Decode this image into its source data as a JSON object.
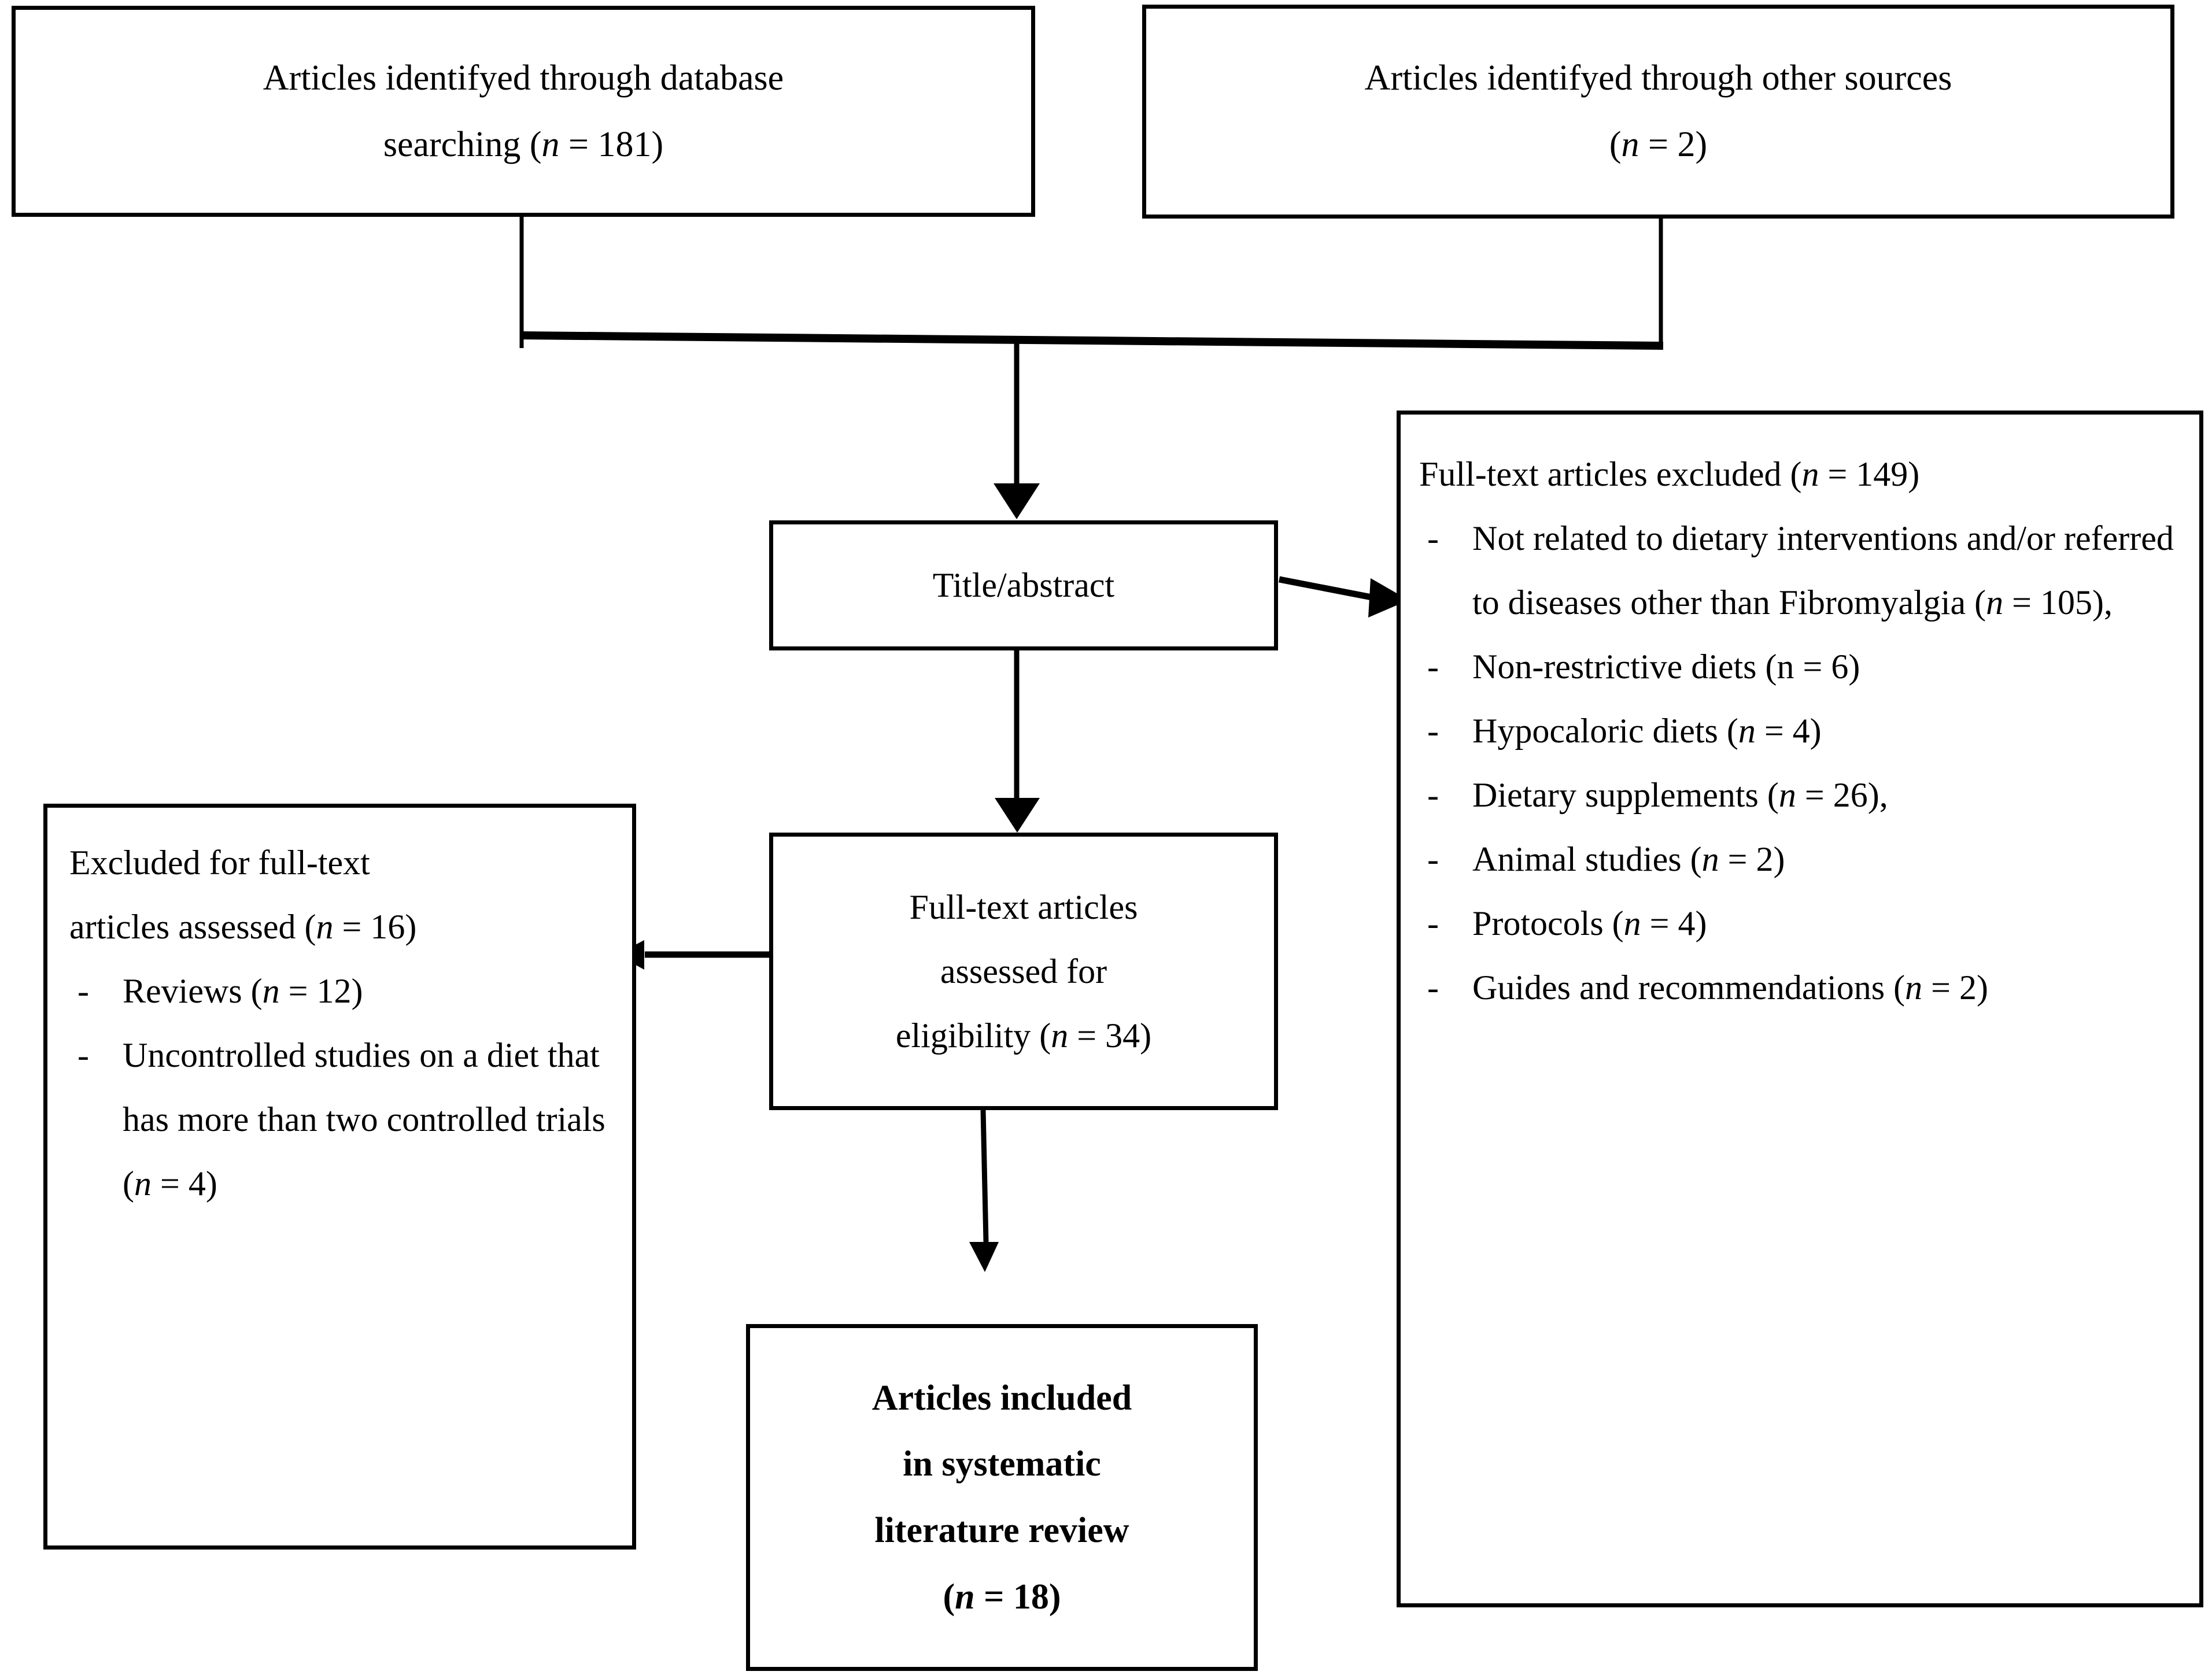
{
  "diagram": {
    "type": "prisma-flow-diagram",
    "colors": {
      "stroke": "#000000",
      "background": "#ffffff",
      "text": "#000000"
    },
    "identification": {
      "database_box": {
        "line1": "Articles identifyed through database",
        "line2": "searching (",
        "n_symbol": "n",
        "line2_tail": " = 181)",
        "count": 181
      },
      "other_sources_box": {
        "line1": "Articles identifyed through other sources",
        "line2_open": "(",
        "n_symbol": "n",
        "line2_tail": " = 2)",
        "count": 2
      }
    },
    "screening": {
      "title_abstract_box": {
        "label": "Title/abstract"
      }
    },
    "eligibility": {
      "fulltext_box": {
        "line1": "Full-text articles",
        "line2": "assessed for",
        "line3_head": "eligibility (",
        "n_symbol": "n",
        "line3_tail": " = 34)",
        "count": 34
      }
    },
    "included": {
      "included_box": {
        "line1": "Articles included",
        "line2": "in systematic",
        "line3": "literature review",
        "line4_open": "(",
        "n_symbol": "n",
        "line4_tail": " = 18)",
        "count": 18
      }
    },
    "excluded_left": {
      "header_line1": "Excluded   for   full-text",
      "header_line2_head": "articles assessed (",
      "header_n": "n",
      "header_line2_tail": " = 16)",
      "header_count": 16,
      "bullets": [
        {
          "marker": "-",
          "text_head": "Reviews (",
          "n": "n",
          "text_tail": " = 12)",
          "count": 12
        },
        {
          "marker": "-",
          "text_head": "Uncontrolled studies on a diet that has more than two controlled trials (",
          "n": "n",
          "text_tail": " = 4)",
          "count": 4
        }
      ]
    },
    "excluded_right": {
      "header_head": "Full-text articles excluded (",
      "header_n": "n",
      "header_tail": " = 149)",
      "header_count": 149,
      "bullets": [
        {
          "marker": "-",
          "text_head": "Not related to dietary interventions and/or referred to diseases other than Fibromyalgia (",
          "n": "n",
          "text_tail": " = 105),",
          "count": 105
        },
        {
          "marker": "-",
          "text_head": "Non-restrictive diets (n = 6)",
          "n": "",
          "text_tail": "",
          "count": 6
        },
        {
          "marker": "-",
          "text_head": "Hypocaloric diets (",
          "n": "n",
          "text_tail": " = 4)",
          "count": 4
        },
        {
          "marker": "-",
          "text_head": "Dietary supplements (",
          "n": "n",
          "text_tail": " = 26),",
          "count": 26
        },
        {
          "marker": "-",
          "text_head": "Animal studies (",
          "n": "n",
          "text_tail": " = 2)",
          "count": 2
        },
        {
          "marker": "-",
          "text_head": "Protocols (",
          "n": "n",
          "text_tail": " = 4)",
          "count": 4
        },
        {
          "marker": "-",
          "text_head": "Guides and recommendations (",
          "n": "n",
          "text_tail": " = 2)",
          "count": 2
        }
      ]
    },
    "connectors": [
      {
        "name": "database-to-junction",
        "kind": "line"
      },
      {
        "name": "other-sources-to-junction",
        "kind": "line"
      },
      {
        "name": "junction-to-title-abstract",
        "kind": "arrow-down"
      },
      {
        "name": "title-abstract-to-excluded-right",
        "kind": "arrow-right"
      },
      {
        "name": "title-abstract-to-fulltext",
        "kind": "arrow-down"
      },
      {
        "name": "fulltext-to-excluded-left",
        "kind": "arrow-left"
      },
      {
        "name": "fulltext-to-included",
        "kind": "arrow-down"
      }
    ]
  }
}
